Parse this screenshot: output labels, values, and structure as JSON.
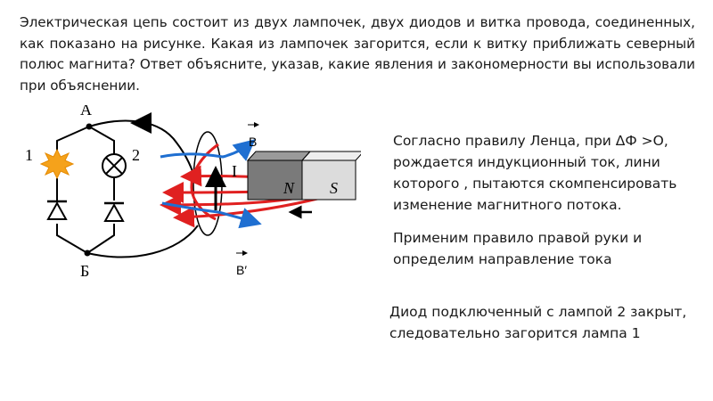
{
  "problem_text": "Электрическая цепь состоит из двух лампочек, двух диодов и витка провода, соединенных, как показано на рисунке. Какая из лампочек загорится, если к витку приближать северный полюс магнита? Ответ объясните, указав, какие явления и закономерности вы использовали при объяснении.",
  "figure": {
    "node_a": "А",
    "node_b": "Б",
    "lamp_1": "1",
    "lamp_2": "2",
    "field_b": "B",
    "field_b_prime": "B′",
    "current": "I",
    "magnet_north": "N",
    "magnet_south": "S",
    "colors": {
      "lit_lamp": "#f5a21b",
      "red_field": "#e02020",
      "blue_field": "#1f6fd1",
      "magnet_dark": "#7a7a7a",
      "magnet_light": "#dcdcdc"
    }
  },
  "explanation": {
    "lenz": "Согласно правилу Ленца, при  ΔФ >О, рождается индукционный ток, лини которого , пытаются скомпенсировать изменение магнитного потока.",
    "right_hand": "Применим правило правой руки и определим направление тока",
    "conclusion": "Диод подключенный с лампой 2 закрыт, следовательно загорится лампа 1"
  }
}
